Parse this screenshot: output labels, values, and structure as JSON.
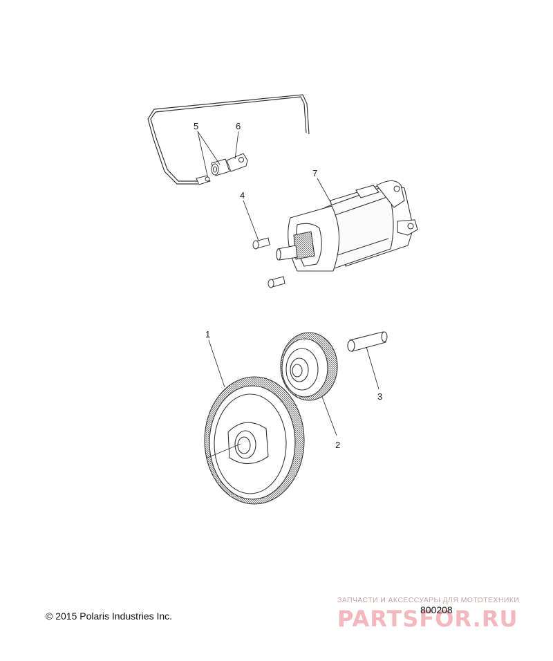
{
  "callouts": [
    {
      "id": "1",
      "label": "1"
    },
    {
      "id": "2",
      "label": "2"
    },
    {
      "id": "3",
      "label": "3"
    },
    {
      "id": "4",
      "label": "4"
    },
    {
      "id": "5",
      "label": "5"
    },
    {
      "id": "6",
      "label": "6"
    },
    {
      "id": "7",
      "label": "7"
    }
  ],
  "footer": {
    "copyright": "© 2015 Polaris Industries Inc.",
    "figure_number": "800208"
  },
  "watermark": {
    "tagline": "ЗАПЧАСТИ И АКСЕССУАРЫ ДЛЯ МОТОТЕХНИКИ",
    "logo": "PARTSFOR.RU"
  },
  "colors": {
    "line": "#333333",
    "watermark": "#f2b8bd"
  }
}
